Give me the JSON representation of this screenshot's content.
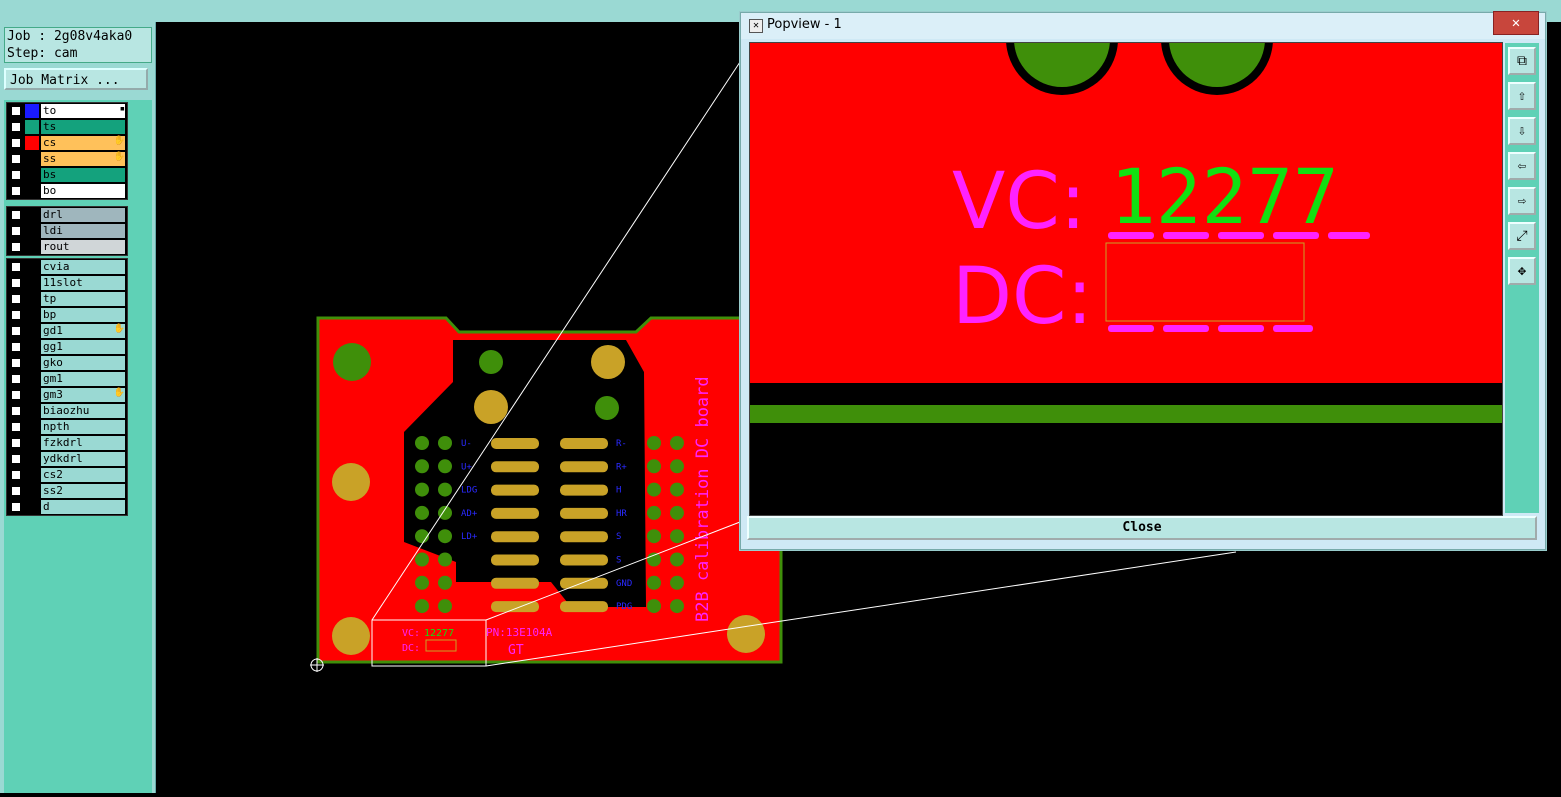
{
  "job_label": "Job : 2g08v4aka0",
  "step_label": "Step: cam",
  "job_matrix_button": "Job Matrix ...",
  "layers_group1": [
    {
      "name": "to",
      "color": "#ffffff",
      "swatch": "#1a1aff",
      "mark": "▪"
    },
    {
      "name": "ts",
      "color": "#14a27d",
      "swatch": "#14a27d",
      "mark": ""
    },
    {
      "name": "cs",
      "color": "#ffc15a",
      "swatch": "#ff0000",
      "mark": "✋"
    },
    {
      "name": "ss",
      "color": "#ffc15a",
      "swatch": "#000000",
      "mark": "✋"
    },
    {
      "name": "bs",
      "color": "#14a27d",
      "swatch": "#000000",
      "mark": ""
    },
    {
      "name": "bo",
      "color": "#ffffff",
      "swatch": "#000000",
      "mark": ""
    }
  ],
  "layers_group2": [
    {
      "name": "drl",
      "color": "#9fb6bd",
      "mark": ""
    },
    {
      "name": "ldi",
      "color": "#9fb6bd",
      "mark": ""
    },
    {
      "name": "rout",
      "color": "#d0d6d8",
      "mark": ""
    }
  ],
  "layers_group3": [
    {
      "name": "cvia",
      "mark": ""
    },
    {
      "name": "11slot",
      "mark": ""
    },
    {
      "name": "tp",
      "mark": ""
    },
    {
      "name": "bp",
      "mark": ""
    },
    {
      "name": "gd1",
      "mark": "✋"
    },
    {
      "name": "gg1",
      "mark": ""
    },
    {
      "name": "gko",
      "mark": ""
    },
    {
      "name": "gm1",
      "mark": ""
    },
    {
      "name": "gm3",
      "mark": "✋"
    },
    {
      "name": "biaozhu",
      "mark": ""
    },
    {
      "name": "npth",
      "mark": ""
    },
    {
      "name": "fzkdrl",
      "mark": ""
    },
    {
      "name": "ydkdrl",
      "mark": ""
    },
    {
      "name": "cs2",
      "mark": ""
    },
    {
      "name": "ss2",
      "mark": ""
    },
    {
      "name": "d",
      "mark": ""
    }
  ],
  "board": {
    "vertical_text": "B2B calibration DC board",
    "pn_text": "PN:13E104A",
    "gt_text": "GT",
    "vc_small": "VC:",
    "vc_value_small": "12277",
    "dc_small": "DC:",
    "pad_labels_left": [
      "U-",
      "U+",
      "LDG",
      "AD+",
      "LD+"
    ],
    "pad_labels_right": [
      "R-",
      "R+",
      "H",
      "HR",
      "S",
      "S",
      "GND",
      "PDG"
    ]
  },
  "popview": {
    "title": "Popview - 1",
    "close_x": "✕",
    "close_button": "Close",
    "vc_label": "VC:",
    "vc_value": "12277",
    "dc_label": "DC:",
    "tool_icons": [
      "zoom-fit-icon",
      "pan-up-icon",
      "pan-down-icon",
      "pan-left-icon",
      "pan-right-icon",
      "zoom-out-icon",
      "zoom-in-icon"
    ]
  },
  "colors": {
    "copper": "#ff0000",
    "pad": "#c9a227",
    "green": "#3f8f0a",
    "magenta": "#ff22ff",
    "trace_green": "#11e011",
    "panel": "#9ad9d3"
  }
}
